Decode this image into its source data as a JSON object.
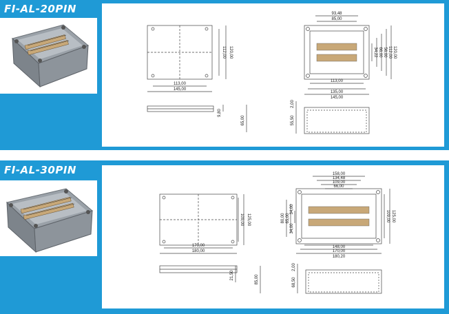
{
  "products": [
    {
      "title": "FI-AL-20PIN",
      "top_view_dims": [
        "113,00",
        "145,00",
        "112,00",
        "120,00"
      ],
      "side_view_dims": [
        "9,80",
        "65,00"
      ],
      "open_view_dims": [
        "93,48",
        "85,00",
        "113,00",
        "135,00",
        "145,00",
        "34,22",
        "66,00",
        "56,00",
        "112,00",
        "120,00"
      ],
      "open_side_dims": [
        "2,00",
        "55,50"
      ]
    },
    {
      "title": "FI-AL-30PIN",
      "top_view_dims": [
        "170,00",
        "180,00",
        "109,00",
        "125,00"
      ],
      "side_view_dims": [
        "21,50",
        "85,00"
      ],
      "open_view_dims": [
        "158,00",
        "134,48",
        "109,00",
        "66,00",
        "148,00",
        "170,00",
        "180,20",
        "80,00",
        "65,00",
        "34,00",
        "34,00",
        "109,00",
        "125,00"
      ],
      "open_side_dims": [
        "2,00",
        "68,50"
      ]
    }
  ],
  "colors": {
    "band": "#1f9ad6",
    "box": "#8a9096",
    "terminal": "#c8a878"
  }
}
